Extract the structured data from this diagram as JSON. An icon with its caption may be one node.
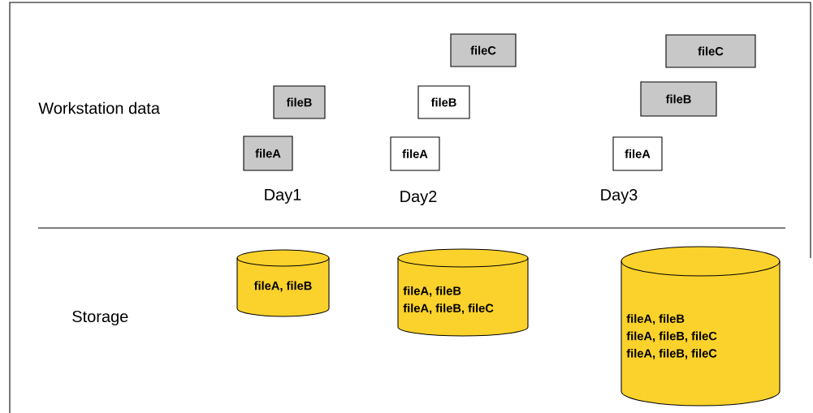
{
  "diagram": {
    "nodes": [
      {
        "text": [
          "fileC"
        ]
      },
      {
        "text": [
          "fileC"
        ]
      },
      {
        "text": [
          "fileB"
        ]
      },
      {
        "text": [
          "fileB"
        ]
      },
      {
        "text": [
          "fileB"
        ]
      },
      {
        "text": [
          "fileA"
        ]
      },
      {
        "text": [
          "fileA"
        ]
      },
      {
        "text": [
          "fileA"
        ]
      },
      {
        "text": [
          "fileA, fileB"
        ]
      },
      {
        "text": [
          "fileA, fileB",
          "fileA, fileB, fileC"
        ]
      },
      {
        "text": [
          "fileA, fileB",
          "fileA, fileB, fileC",
          "fileA, fileB, fileC"
        ]
      }
    ],
    "labels": [
      "Workstation data",
      "Day1",
      "Day2",
      "Day3",
      "Storage"
    ]
  }
}
